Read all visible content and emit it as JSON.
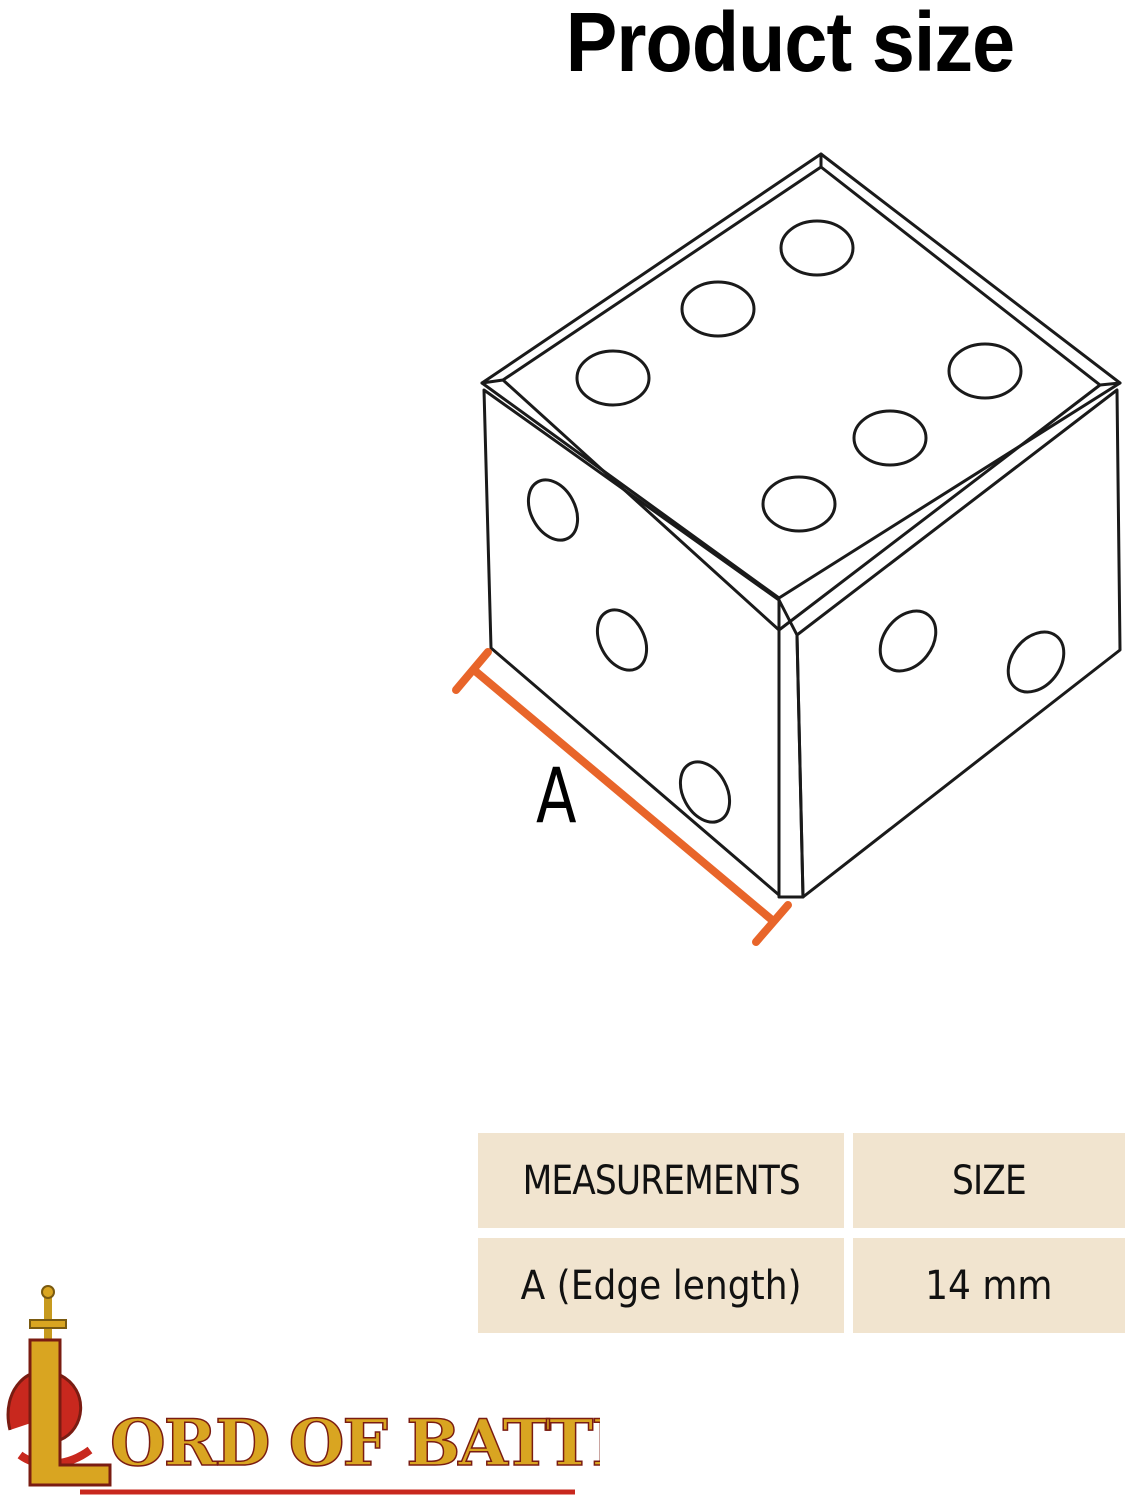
{
  "title": "Product size",
  "diagram": {
    "dimension_label": "A",
    "dimension_color": "#e8652a"
  },
  "table": {
    "headers": [
      "MEASUREMENTS",
      "SIZE"
    ],
    "rows": [
      [
        "A (Edge length)",
        "14 mm"
      ]
    ],
    "cell_color": "#f1e4cf"
  },
  "logo": {
    "text": "LORD OF BATTLES",
    "colors": [
      "#d9a521",
      "#c8281e",
      "#7a1c12"
    ]
  }
}
